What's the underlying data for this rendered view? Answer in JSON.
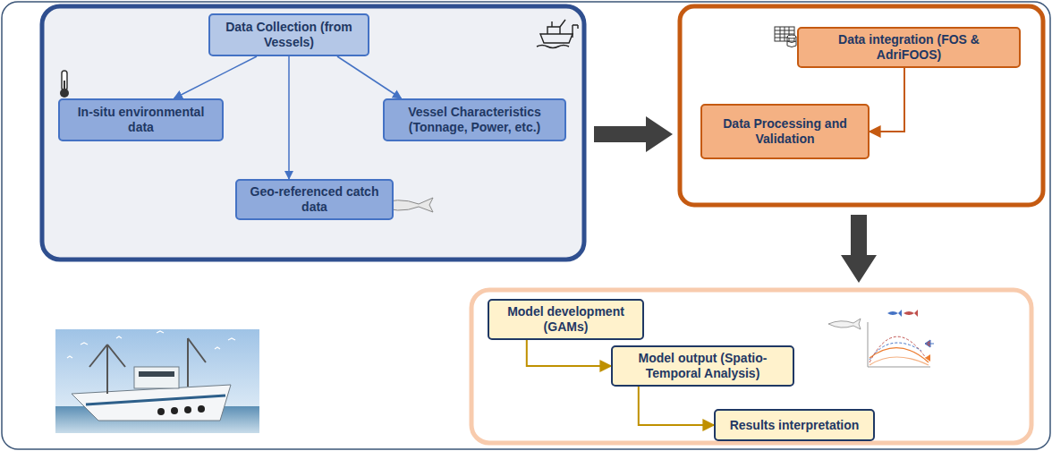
{
  "diagram": {
    "nodes": [
      {
        "text": [
          "Data Collection (from Vessels)"
        ]
      },
      {
        "text": [
          "In-situ environmental data"
        ]
      },
      {
        "text": [
          "Geo-referenced catch data"
        ]
      },
      {
        "text": [
          "Vessel Characteristics (Tonnage, Power, etc.)"
        ]
      },
      {
        "text": [
          "Data integration (FOS & AdriFOOS)"
        ]
      },
      {
        "text": [
          "Data Processing and Validation"
        ]
      },
      {
        "text": [
          "Model development (GAMs)"
        ]
      },
      {
        "text": [
          "Model output (Spatio-Temporal Analysis)"
        ]
      },
      {
        "text": [
          "Results interpretation"
        ]
      }
    ],
    "edges": [
      {
        "from": 0,
        "to": 1,
        "arrow": "to"
      },
      {
        "from": 0,
        "to": 2,
        "arrow": "to"
      },
      {
        "from": 0,
        "to": 3,
        "arrow": "to"
      },
      {
        "from": 4,
        "to": 5,
        "arrow": "to"
      },
      {
        "from": 6,
        "to": 7,
        "arrow": "to"
      },
      {
        "from": 7,
        "to": 8,
        "arrow": "to"
      }
    ]
  }
}
